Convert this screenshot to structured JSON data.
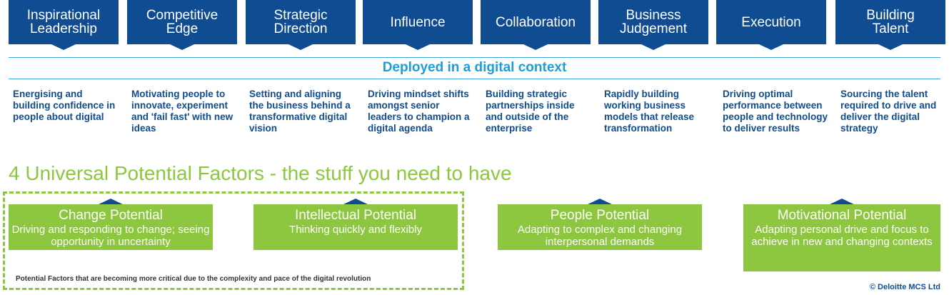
{
  "competencies": [
    {
      "title": "Inspirational\nLeadership",
      "desc": "Energising and building confidence in people about digital"
    },
    {
      "title": "Competitive\nEdge",
      "desc": "Motivating people to innovate, experiment and 'fail fast' with new ideas"
    },
    {
      "title": "Strategic\nDirection",
      "desc": "Setting and aligning the business behind a transformative digital vision"
    },
    {
      "title": "Influence",
      "desc": "Driving mindset shifts amongst senior leaders to champion a digital agenda"
    },
    {
      "title": "Collaboration",
      "desc": "Building strategic partnerships inside and outside of the enterprise"
    },
    {
      "title": "Business\nJudgement",
      "desc": "Rapidly building working business models that release transformation"
    },
    {
      "title": "Execution",
      "desc": "Driving optimal performance between people and technology to deliver results"
    },
    {
      "title": "Building\nTalent",
      "desc": "Sourcing the talent required to drive and deliver the digital strategy"
    }
  ],
  "deployed_label": "Deployed in a digital context",
  "factors_heading": "4 Universal Potential Factors - the stuff you need to have",
  "factors": [
    {
      "title": "Change Potential",
      "desc": "Driving and responding to change; seeing opportunity in uncertainty"
    },
    {
      "title": "Intellectual Potential",
      "desc": "Thinking quickly and flexibly"
    },
    {
      "title": "People Potential",
      "desc": "Adapting to complex and changing interpersonal demands"
    },
    {
      "title": "Motivational Potential",
      "desc": "Adapting personal drive and focus to achieve in new and changing contexts"
    }
  ],
  "critical_note": "Potential Factors that are becoming more critical due to the complexity and pace of the digital revolution",
  "copyright": "© Deloitte MCS Ltd",
  "colors": {
    "navy": "#0f4c92",
    "sky": "#1d9ed8",
    "green": "#8dc63f"
  }
}
